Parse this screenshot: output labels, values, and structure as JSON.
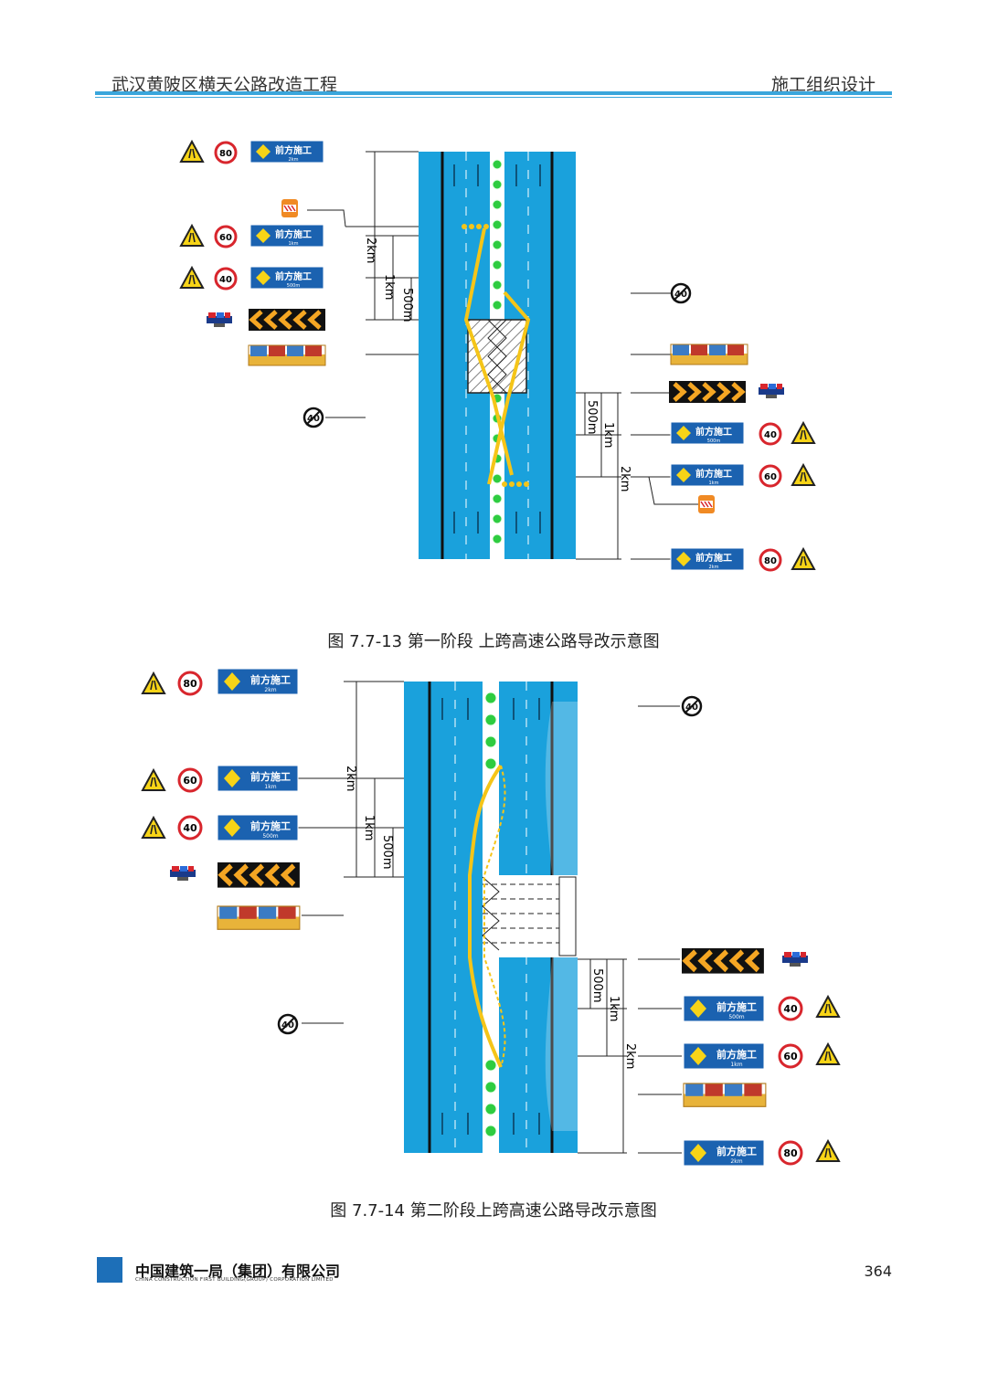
{
  "header": {
    "project_title": "武汉黄陂区横天公路改造工程",
    "section_title": "施工组织设计"
  },
  "signs": {
    "ahead_text": "前方施工",
    "dist_2km": "2km",
    "dist_1km": "1km",
    "dist_500m": "500m",
    "speed_80": "80",
    "speed_60": "60",
    "speed_40": "40"
  },
  "figure1": {
    "caption": "图 7.7-13 第一阶段 上跨高速公路导改示意图",
    "dim_labels": {
      "d2km": "2km",
      "d1km": "1km",
      "d500m": "500m"
    }
  },
  "figure2": {
    "caption": "图 7.7-14 第二阶段上跨高速公路导改示意图",
    "dim_labels": {
      "d2km": "2km",
      "d1km": "1km",
      "d500m": "500m"
    }
  },
  "footer": {
    "company_name": "中国建筑一局（集团）有限公司",
    "company_en": "CHINA CONSTRUCTION FIRST BUILDING(GROUP) CORPORATION LIMITED",
    "page_number": "364"
  },
  "colors": {
    "road": "#1aa1dc",
    "header_rule": "#3aa6dc",
    "sign_blue": "#1b62b0",
    "cone_orange": "#f5a623",
    "median_green": "#2ecc40"
  }
}
